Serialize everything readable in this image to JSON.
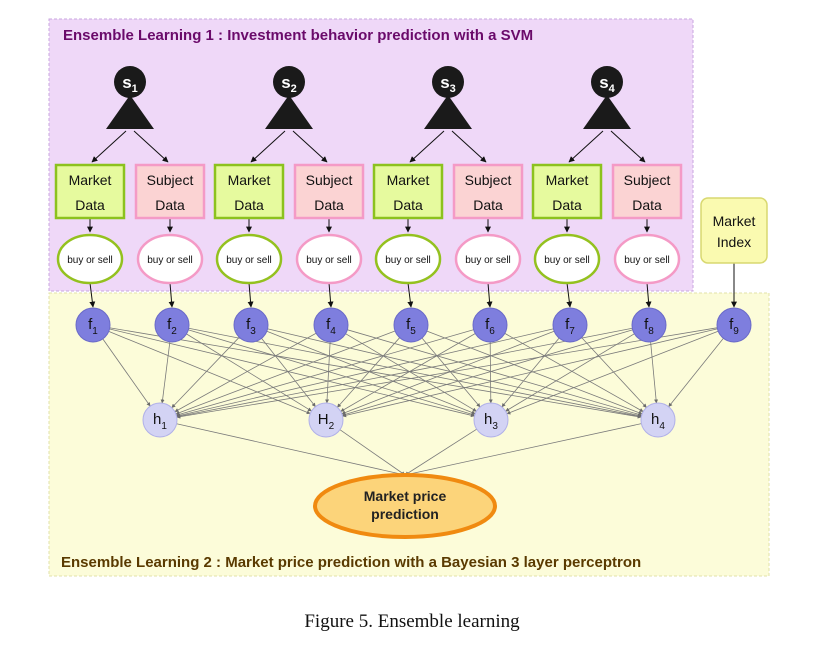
{
  "panel1": {
    "title": "Ensemble Learning 1 : Investment behavior prediction with a SVM"
  },
  "panel2": {
    "title": "Ensemble Learning 2 : Market price prediction with a Bayesian 3 layer perceptron"
  },
  "svm_units": [
    {
      "symbol": "s",
      "index": "1",
      "market_line1": "Market",
      "market_line2": "Data",
      "subject_line1": "Subject",
      "subject_line2": "Data",
      "pred_left": "buy or sell",
      "pred_right": "buy or sell"
    },
    {
      "symbol": "s",
      "index": "2",
      "market_line1": "Market",
      "market_line2": "Data",
      "subject_line1": "Subject",
      "subject_line2": "Data",
      "pred_left": "buy or sell",
      "pred_right": "buy or sell"
    },
    {
      "symbol": "s",
      "index": "3",
      "market_line1": "Market",
      "market_line2": "Data",
      "subject_line1": "Subject",
      "subject_line2": "Data",
      "pred_left": "buy or sell",
      "pred_right": "buy or sell"
    },
    {
      "symbol": "s",
      "index": "4",
      "market_line1": "Market",
      "market_line2": "Data",
      "subject_line1": "Subject",
      "subject_line2": "Data",
      "pred_left": "buy or sell",
      "pred_right": "buy or sell"
    }
  ],
  "market_index": {
    "line1": "Market",
    "line2": "Index"
  },
  "input_nodes": [
    {
      "symbol": "f",
      "index": "1"
    },
    {
      "symbol": "f",
      "index": "2"
    },
    {
      "symbol": "f",
      "index": "3"
    },
    {
      "symbol": "f",
      "index": "4"
    },
    {
      "symbol": "f",
      "index": "5"
    },
    {
      "symbol": "f",
      "index": "6"
    },
    {
      "symbol": "f",
      "index": "7"
    },
    {
      "symbol": "f",
      "index": "8"
    },
    {
      "symbol": "f",
      "index": "9"
    }
  ],
  "hidden_nodes": [
    {
      "symbol": "h",
      "index": "1"
    },
    {
      "symbol": "H",
      "index": "2"
    },
    {
      "symbol": "h",
      "index": "3"
    },
    {
      "symbol": "h",
      "index": "4"
    }
  ],
  "output": {
    "line1": "Market price",
    "line2": "prediction"
  },
  "caption": "Figure 5. Ensemble learning",
  "colors": {
    "panel1_fill": "#efd8f8",
    "panel1_border": "#c9a6df",
    "panel2_fill": "#fcfcd9",
    "panel2_border": "#e2e2a8",
    "market_fill": "#e6fa9e",
    "market_border": "#8cc21e",
    "subject_fill": "#fbd3d3",
    "subject_border": "#f49ac6",
    "pred_green_border": "#94c11f",
    "pred_pink_border": "#f49ac6",
    "f_node_fill": "#7e7ede",
    "h_node_fill": "#d3d3f4",
    "index_fill": "#fafab0",
    "index_border": "#d8d870",
    "output_fill": "#fcd47a",
    "output_border": "#f08a10"
  }
}
